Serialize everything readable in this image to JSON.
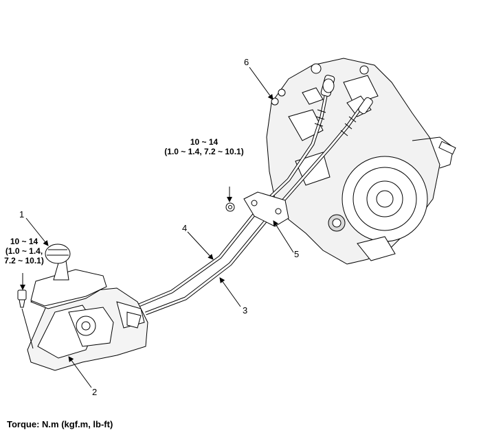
{
  "callouts": {
    "c1": "1",
    "c2": "2",
    "c3": "3",
    "c4": "4",
    "c5": "5",
    "c6": "6"
  },
  "torque_right": {
    "line1": "10 ~ 14",
    "line2": "(1.0 ~ 1.4, 7.2 ~ 10.1)"
  },
  "torque_left": {
    "line1": "10 ~ 14",
    "line2": "(1.0 ~ 1.4,",
    "line3": "7.2 ~ 10.1)"
  },
  "footer": "Torque: N.m (kgf.m, lb-ft)",
  "colors": {
    "line": "#000000",
    "fill": "#ffffff",
    "shade": "#d9d9d9"
  }
}
